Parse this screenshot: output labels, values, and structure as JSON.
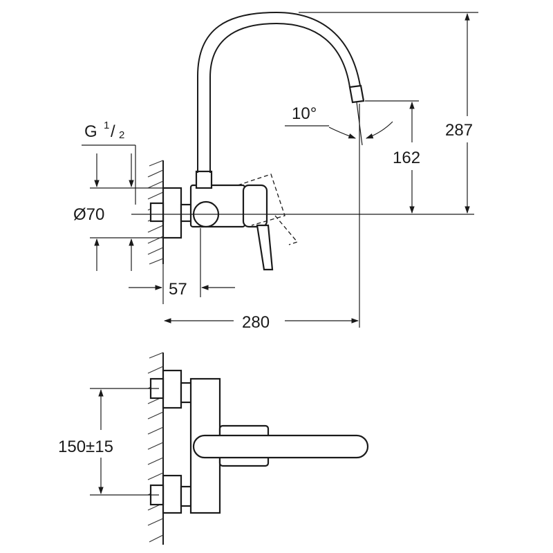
{
  "dimensions": {
    "thread_g": "G",
    "thread_num": "1",
    "thread_sep": "/",
    "thread_den": "2",
    "flange_diameter": "Ø70",
    "wall_offset": "57",
    "spout_reach": "280",
    "total_height": "287",
    "spout_height": "162",
    "spout_angle": "10°",
    "center_distance": "150±15"
  },
  "colors": {
    "line": "#1a1a1a",
    "background": "#ffffff"
  }
}
